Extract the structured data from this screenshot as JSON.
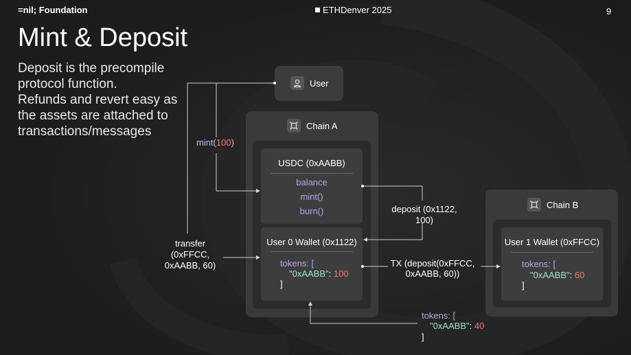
{
  "header": {
    "brand": "=nil; Foundation",
    "event": "ETHDenver 2025",
    "page_number": "9"
  },
  "title": "Mint & Deposit",
  "subtitle_lines": [
    "Deposit is the precompile",
    "protocol function.",
    "Refunds and revert easy as",
    "the assets are attached to",
    "transactions/messages"
  ],
  "diagram": {
    "user_label": "User",
    "chain_a_label": "Chain A",
    "chain_b_label": "Chain B",
    "usdc": {
      "title": "USDC (0xAABB)",
      "methods": [
        "balance",
        "mint()",
        "burn()"
      ]
    },
    "wallet0": {
      "title": "User 0 Wallet (0x1122)",
      "tokens_open": "tokens: [",
      "token_key": "\"0xAABB\"",
      "token_sep": ": ",
      "token_value": "100",
      "tokens_close": "]"
    },
    "wallet1": {
      "title": "User 1 Wallet (0xFFCC)",
      "tokens_open": "tokens: [",
      "token_key": "\"0xAABB\"",
      "token_sep": ": ",
      "token_value": "60",
      "tokens_close": "]"
    },
    "mint_label_prefix": "mint(",
    "mint_label_value": "100",
    "mint_label_suffix": ")",
    "deposit_label_lines": [
      "deposit (0x1122,",
      "100)"
    ],
    "transfer_label_lines": [
      "transfer",
      "(0xFFCC,",
      "0xAABB, 60)"
    ],
    "tx_label_lines": [
      "TX (deposit(0xFFCC,",
      "0xAABB, 60))"
    ],
    "remaining": {
      "tokens_open": "tokens: [",
      "token_key": "\"0xAABB\"",
      "token_sep": ": ",
      "token_value": "40",
      "tokens_close": "]"
    }
  },
  "colors": {
    "background": "#1e1e1e",
    "method_purple": "#b7a8e0",
    "token_key_green": "#9fe3c3",
    "token_value_red": "#f07b6e"
  },
  "icons": {
    "user": "user-icon",
    "chain": "chain-icon",
    "event_marker": "square-bullet-icon"
  }
}
